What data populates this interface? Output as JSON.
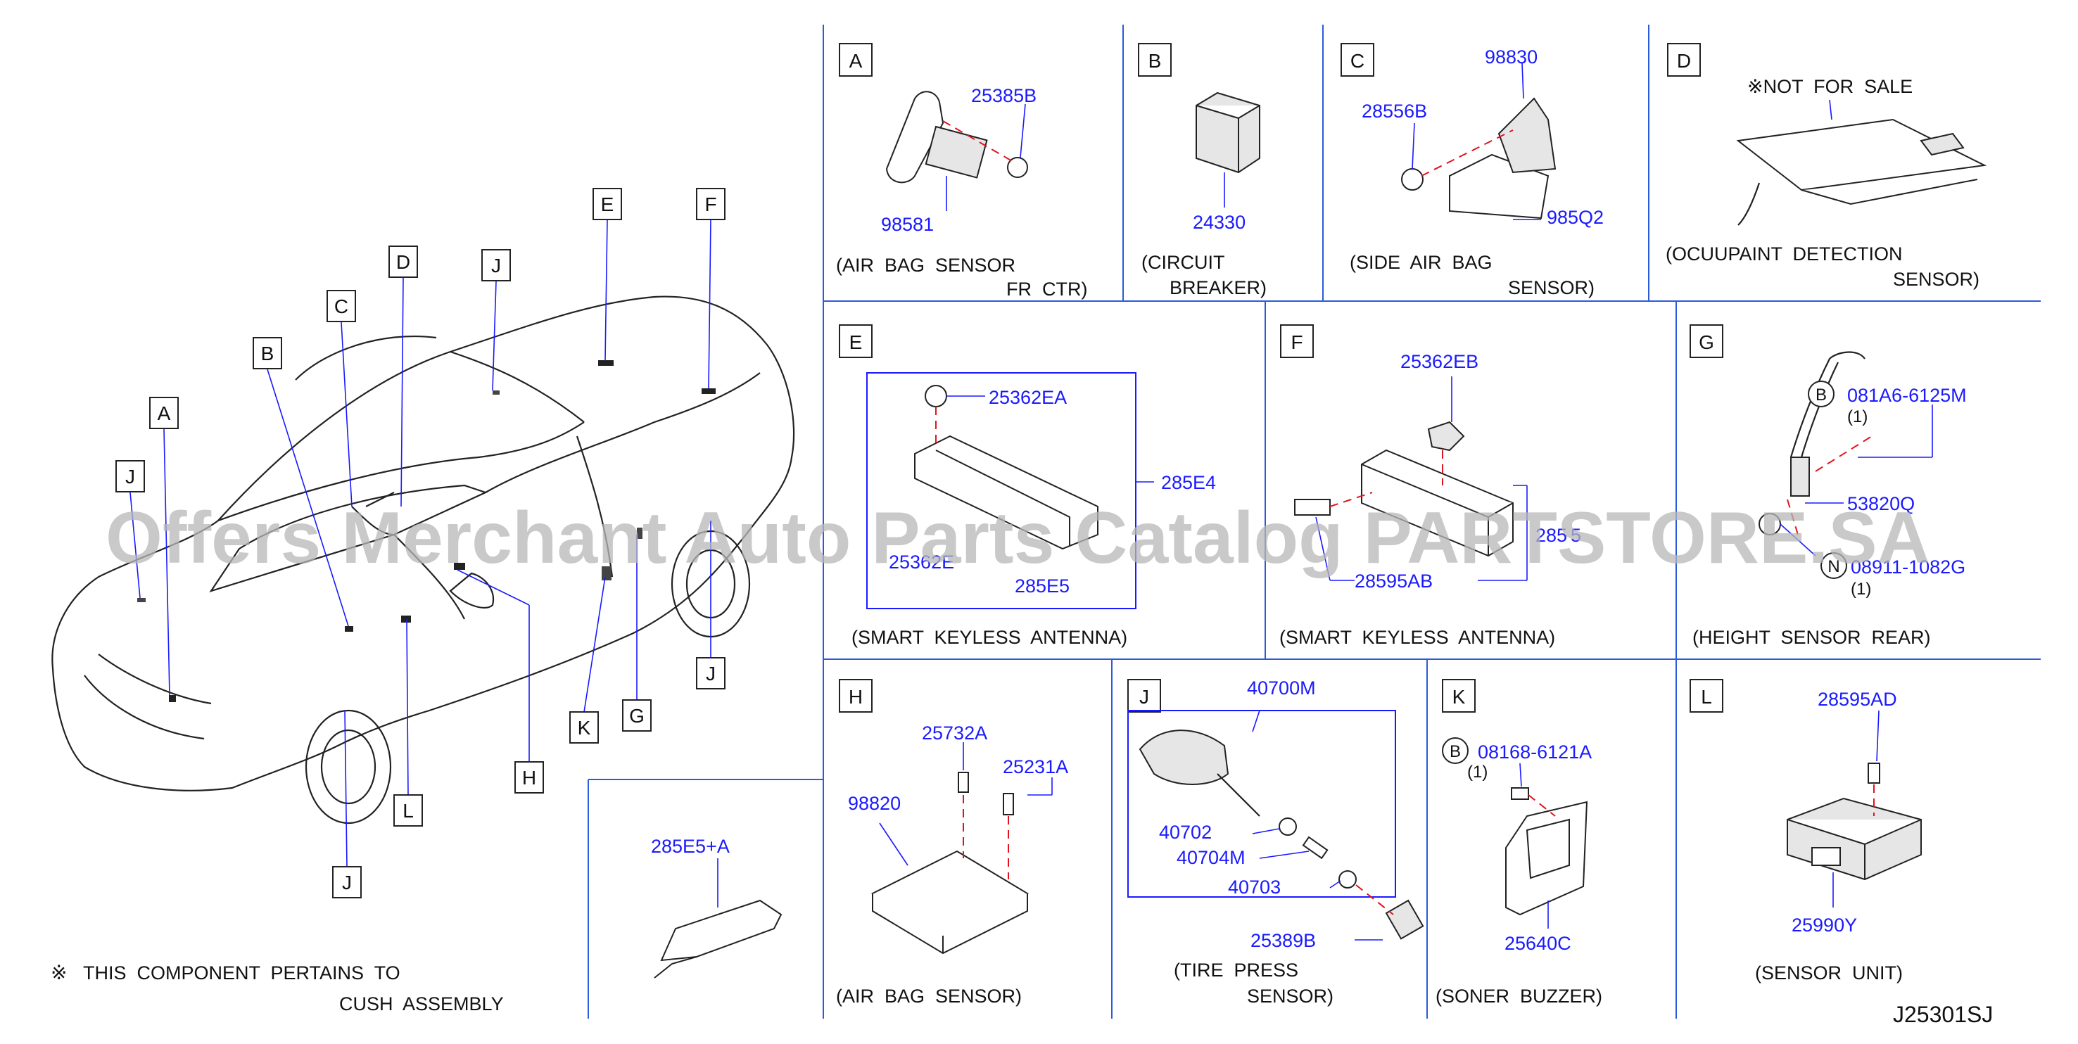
{
  "watermark": "Offers Merchant Auto Parts Catalog PARTSTORE.SA",
  "drawing_number": "J25301SJ",
  "note": {
    "symbol": "※",
    "line1": "THIS  COMPONENT  PERTAINS  TO",
    "line2": "CUSH  ASSEMBLY"
  },
  "car_callouts": [
    "A",
    "B",
    "C",
    "D",
    "E",
    "F",
    "J",
    "J",
    "J",
    "J",
    "K",
    "G",
    "H",
    "L"
  ],
  "panels": {
    "A": {
      "letter": "A",
      "parts": [
        "25385B",
        "98581"
      ],
      "caption1": "(AIR  BAG  SENSOR",
      "caption2": "FR  CTR)"
    },
    "B": {
      "letter": "B",
      "parts": [
        "24330"
      ],
      "caption1": "(CIRCUIT",
      "caption2": "BREAKER)"
    },
    "C": {
      "letter": "C",
      "parts": [
        "98830",
        "28556B",
        "985Q2"
      ],
      "caption1": "(SIDE  AIR  BAG",
      "caption2": "SENSOR)"
    },
    "D": {
      "letter": "D",
      "note": "※NOT  FOR  SALE",
      "caption1": "(OCUUPAINT  DETECTION",
      "caption2": "SENSOR)"
    },
    "E": {
      "letter": "E",
      "parts": [
        "25362EA",
        "285E4",
        "25362E",
        "285E5"
      ],
      "caption1": "(SMART  KEYLESS  ANTENNA)"
    },
    "F": {
      "letter": "F",
      "parts": [
        "25362EB",
        "285",
        "5",
        "28595AB"
      ],
      "caption1": "(SMART  KEYLESS  ANTENNA)"
    },
    "G": {
      "letter": "G",
      "parts": [
        "081A6-6125M",
        "(1)",
        "53820Q",
        "08911-1082G",
        "(1)"
      ],
      "bolt_b": "B",
      "nut_n": "N",
      "caption1": "(HEIGHT  SENSOR  REAR)"
    },
    "H": {
      "letter": "H",
      "parts": [
        "25732A",
        "25231A",
        "98820"
      ],
      "caption1": "(AIR  BAG  SENSOR)"
    },
    "H2": {
      "parts": [
        "285E5+A"
      ]
    },
    "J": {
      "letter": "J",
      "parts": [
        "40700M",
        "40702",
        "40704M",
        "40703",
        "25389B"
      ],
      "caption1": "(TIRE  PRESS",
      "caption2": "SENSOR)"
    },
    "K": {
      "letter": "K",
      "parts": [
        "08168-6121A",
        "(1)",
        "25640C"
      ],
      "bolt_b": "B",
      "caption1": "(SONER  BUZZER)"
    },
    "L": {
      "letter": "L",
      "parts": [
        "28595AD",
        "25990Y"
      ],
      "caption1": "(SENSOR  UNIT)"
    }
  }
}
